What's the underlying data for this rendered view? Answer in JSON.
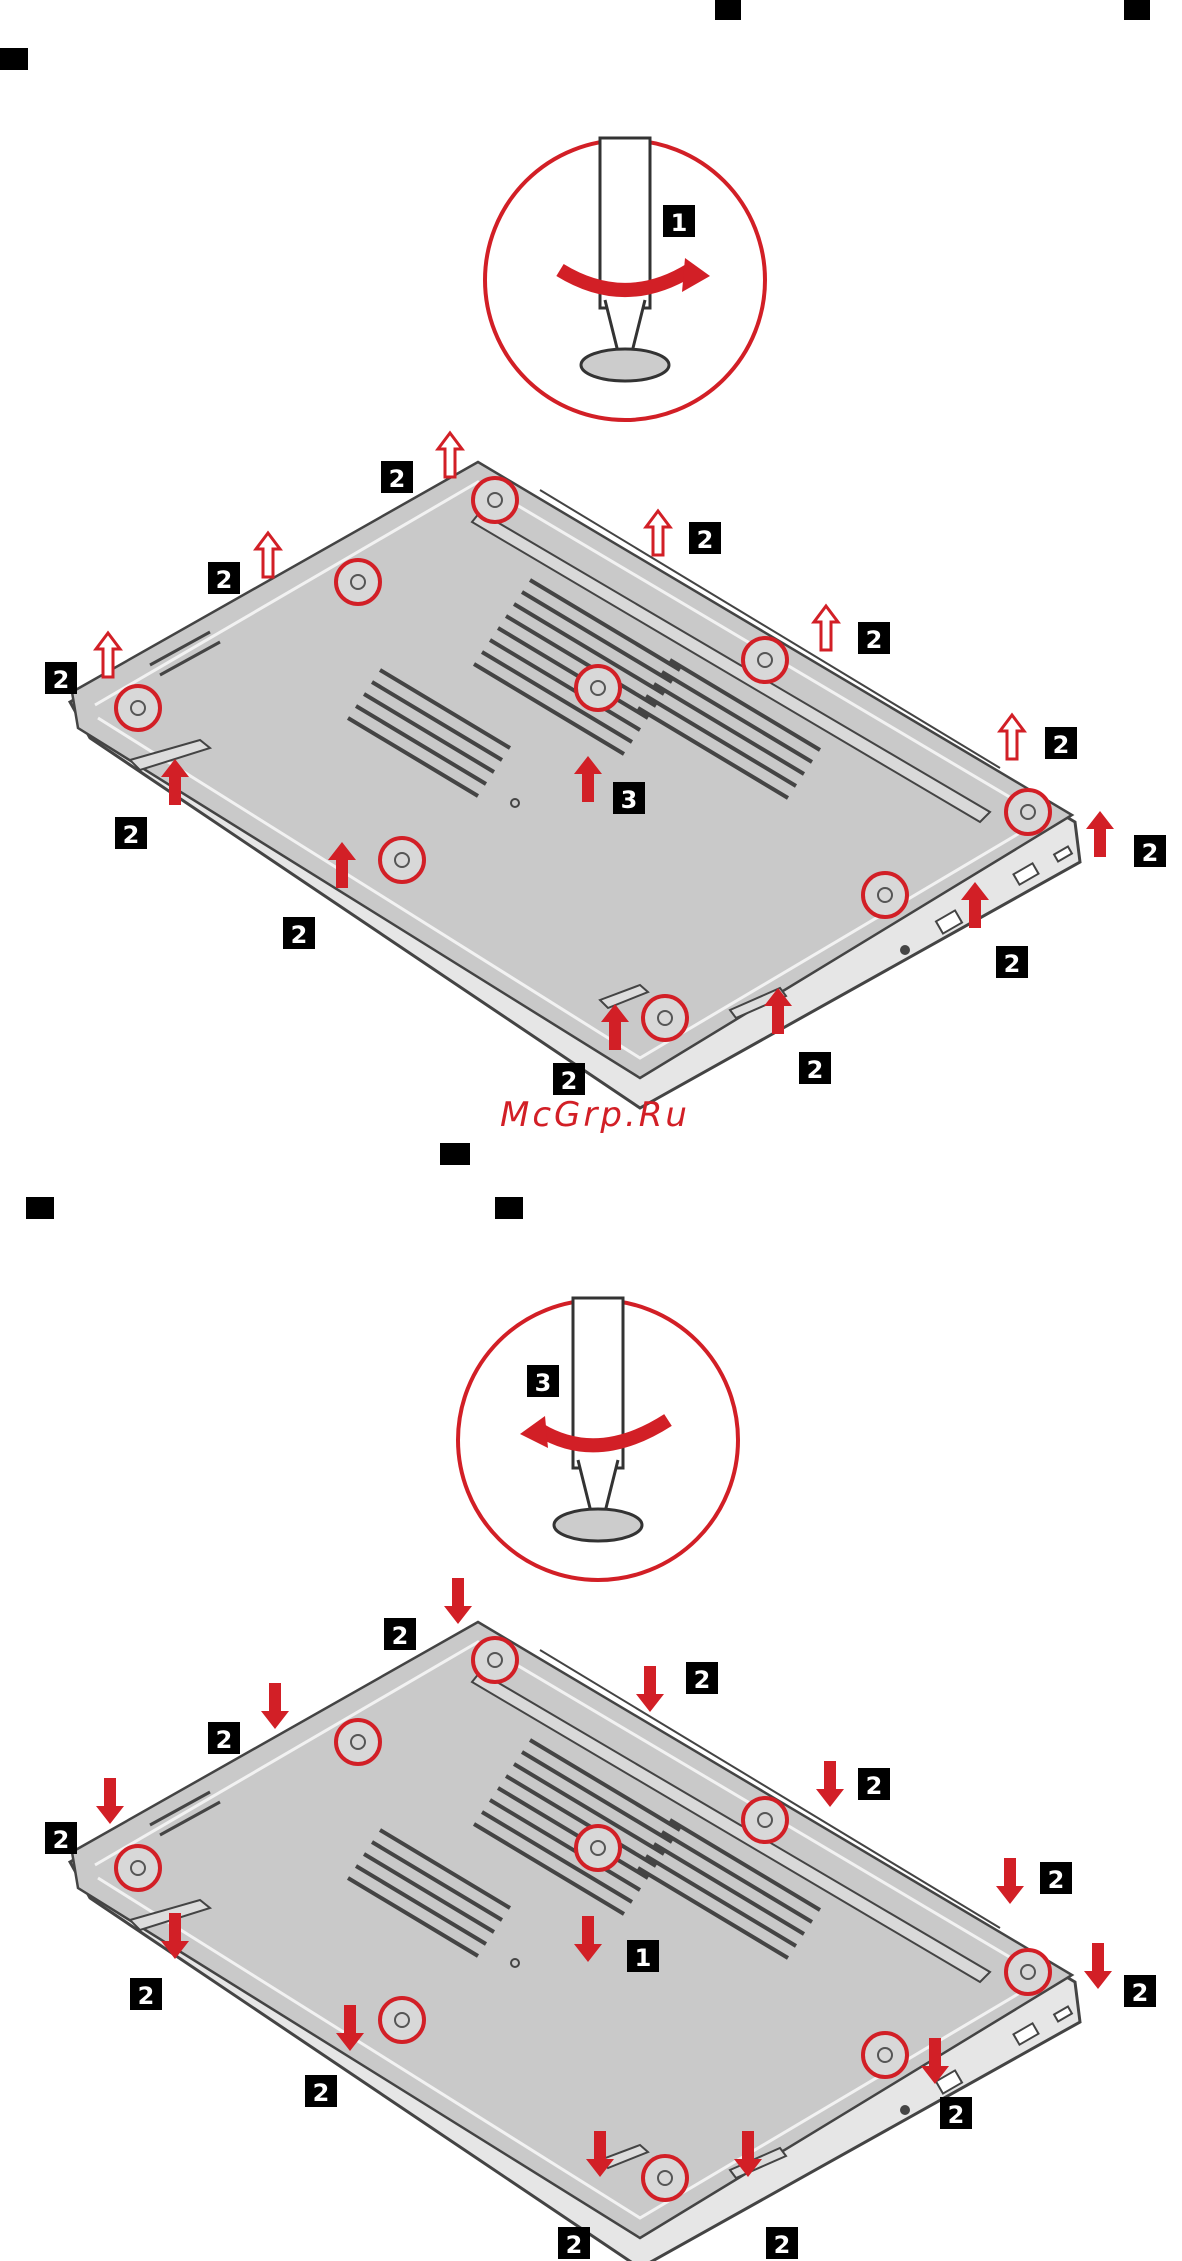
{
  "watermark": "McGrp.Ru",
  "colors": {
    "accent_red": "#d21f26",
    "panel_gray": "#c9c9c9",
    "panel_edge": "#f3f3f3",
    "black": "#000000"
  },
  "removal": {
    "step_screwdriver": "1",
    "step_panel_lift": "3",
    "step_clips": "2",
    "screwdriver_direction": "counterclockwise-loosen",
    "clip_arrow_direction": "up"
  },
  "installation": {
    "step_screwdriver": "3",
    "step_panel_press": "1",
    "step_clips": "2",
    "screwdriver_direction": "clockwise-tighten",
    "clip_arrow_direction": "down"
  }
}
